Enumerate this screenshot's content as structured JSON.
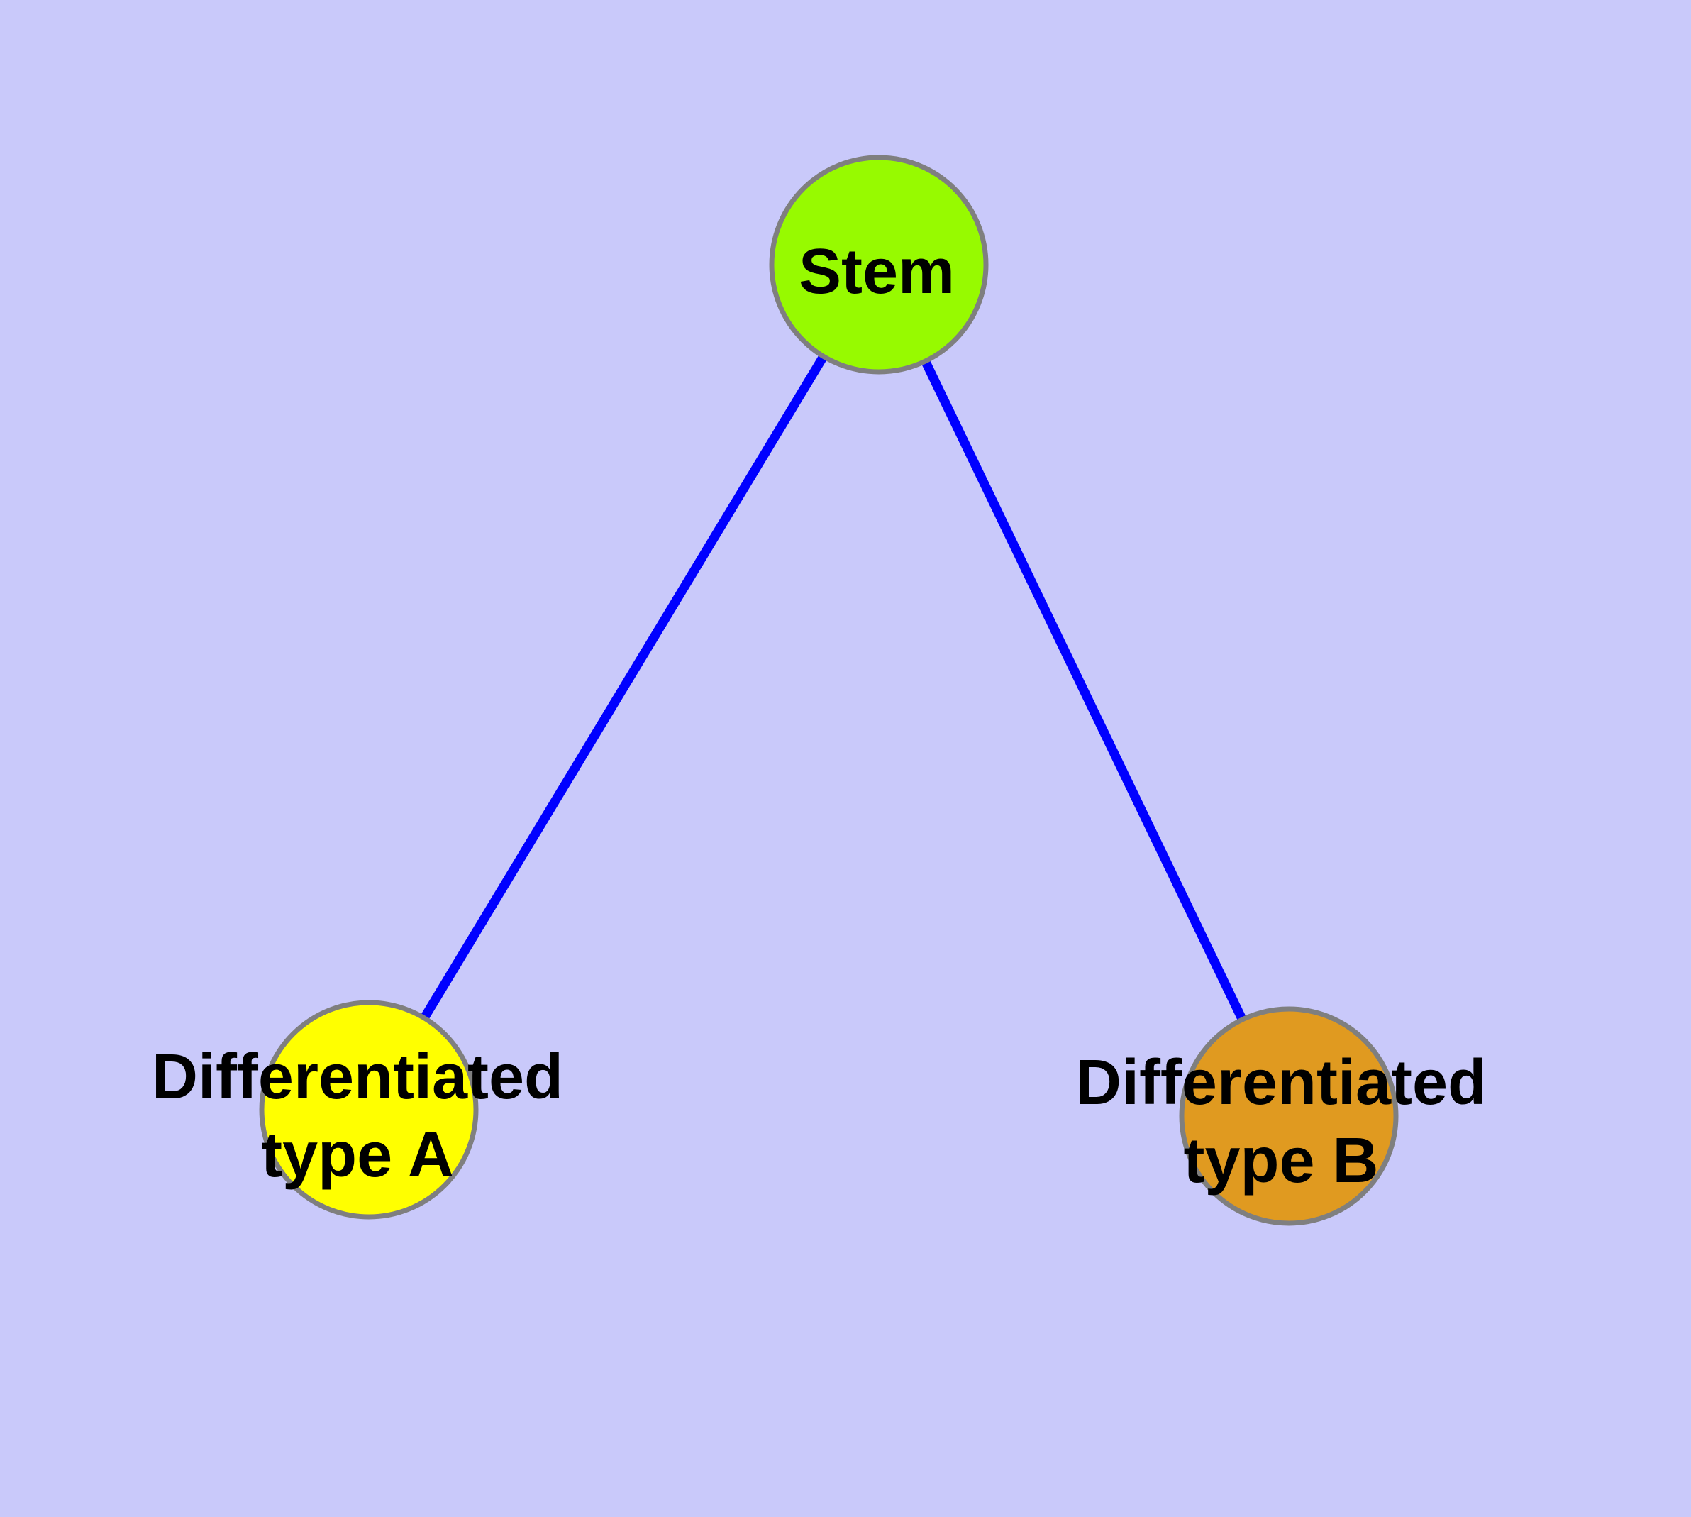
{
  "graph": {
    "background_color": "#C9C9FA",
    "text_color": "#000000",
    "border_color": "#7F7F7F",
    "edge_color": "#0000FF",
    "nodes": [
      {
        "id": "stem",
        "label": "Stem",
        "fill": "#97FA00"
      },
      {
        "id": "differentiated-type-a",
        "label_line1": "Differentiated",
        "label_line2": "type A",
        "fill": "#FFFF00"
      },
      {
        "id": "differentiated-type-b",
        "label_line1": "Differentiated",
        "label_line2": "type B",
        "fill": "#E09A20"
      }
    ],
    "edges": [
      {
        "from": "Stem",
        "to": "Differentiated type A",
        "color": "#0000FF"
      },
      {
        "from": "Stem",
        "to": "Differentiated type B",
        "color": "#0000FF"
      }
    ]
  }
}
